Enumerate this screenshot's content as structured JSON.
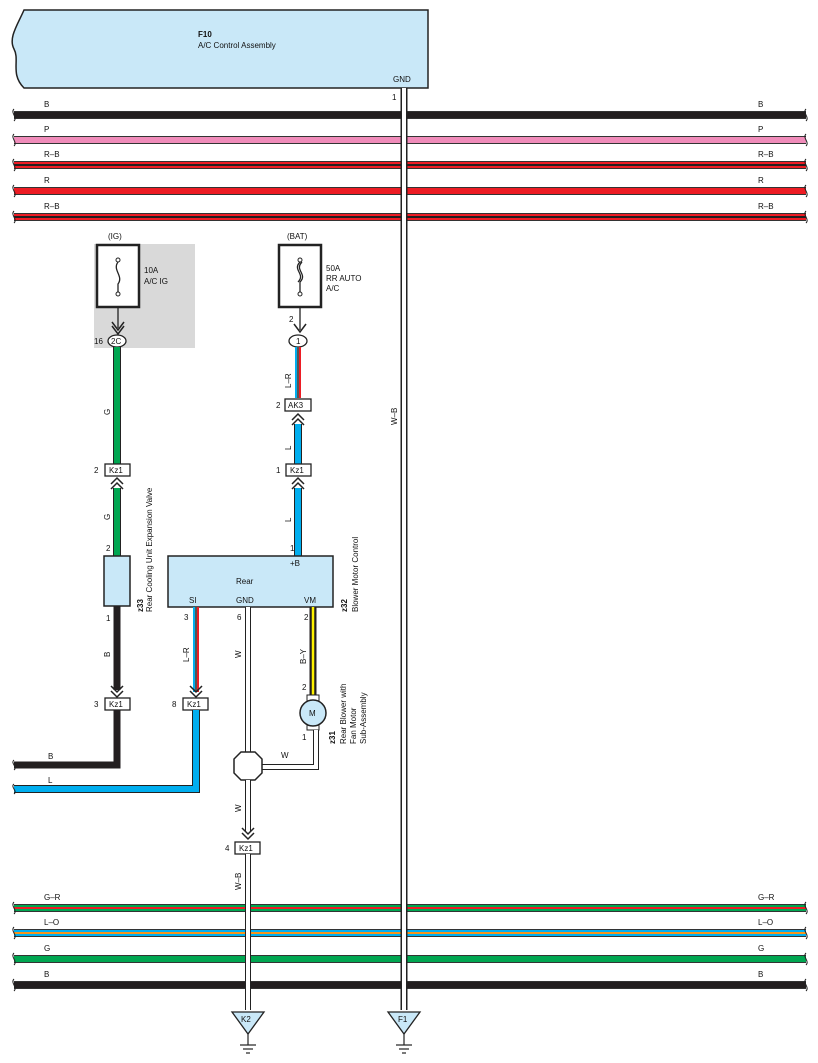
{
  "colors": {
    "B": "#231f20",
    "P": "#f08cba",
    "R": "#ed1c24",
    "G": "#00a651",
    "L": "#00aeef",
    "O": "#f7941d",
    "Y": "#fff200",
    "W": "#ffffff",
    "component_fill": "#c9e8f8",
    "fuse_panel_fill": "#d9d9d9"
  },
  "components": {
    "f10": {
      "id": "F10",
      "name": "A/C Control Assembly",
      "gnd_label": "GND",
      "gnd_pin": "1"
    },
    "rear_control": {
      "title": "Rear",
      "pin_si": "SI",
      "pin_gnd": "GND",
      "pin_vm": "VM",
      "pin_b": "+B",
      "pin_b_no": "1",
      "pin_si_no": "3",
      "pin_gnd_no": "6",
      "pin_vm_no": "2",
      "id": "z32",
      "name": "Blower Motor Control"
    },
    "expansion_valve": {
      "id": "z33",
      "name": "Rear Cooling Unit Expansion Valve",
      "pin_top": "2",
      "pin_bottom": "1"
    },
    "blower_motor": {
      "id": "z31",
      "name_line1": "Rear Blower with",
      "name_line2": "Fan Motor",
      "name_line3": "Sub-Assembly",
      "symbol": "M",
      "pin_top": "2",
      "pin_bottom": "1"
    }
  },
  "fuses": {
    "ig": {
      "supply": "(IG)",
      "rating": "10A",
      "name": "A/C IG",
      "pin": "16",
      "connector": "2C"
    },
    "bat": {
      "supply": "(BAT)",
      "rating": "50A",
      "name_line1": "RR AUTO",
      "name_line2": "A/C",
      "pin": "2",
      "connector": "1"
    }
  },
  "connectors": {
    "ak3": {
      "label": "AK3",
      "pin": "2"
    },
    "kz1_left_top": {
      "label": "Kz1",
      "pin": "2"
    },
    "kz1_right_top": {
      "label": "Kz1",
      "pin": "1"
    },
    "kz1_left_bottom": {
      "label": "Kz1",
      "pin": "3"
    },
    "kz1_si": {
      "label": "Kz1",
      "pin": "8"
    },
    "kz1_gnd": {
      "label": "Kz1",
      "pin": "4"
    }
  },
  "wires": {
    "top_bus": [
      "B",
      "P",
      "R–B",
      "R",
      "R–B"
    ],
    "bottom_bus": [
      "G–R",
      "L–O",
      "G",
      "B"
    ],
    "w_b_vertical": "W–B",
    "ig_wire": "G",
    "ig_wire2": "G",
    "bat_wire": "L–R",
    "bat_wire2": "L",
    "bat_wire3": "L",
    "valve_out": "B",
    "si_wire": "L–R",
    "gnd_wire": "W",
    "vm_wire": "B–Y",
    "motor_gnd": "W",
    "junction_out": "W",
    "kz1_gnd_out": "W–B",
    "left_exit_b": "B",
    "left_exit_l": "L"
  },
  "grounds": {
    "k2": "K2",
    "f1": "F1"
  }
}
